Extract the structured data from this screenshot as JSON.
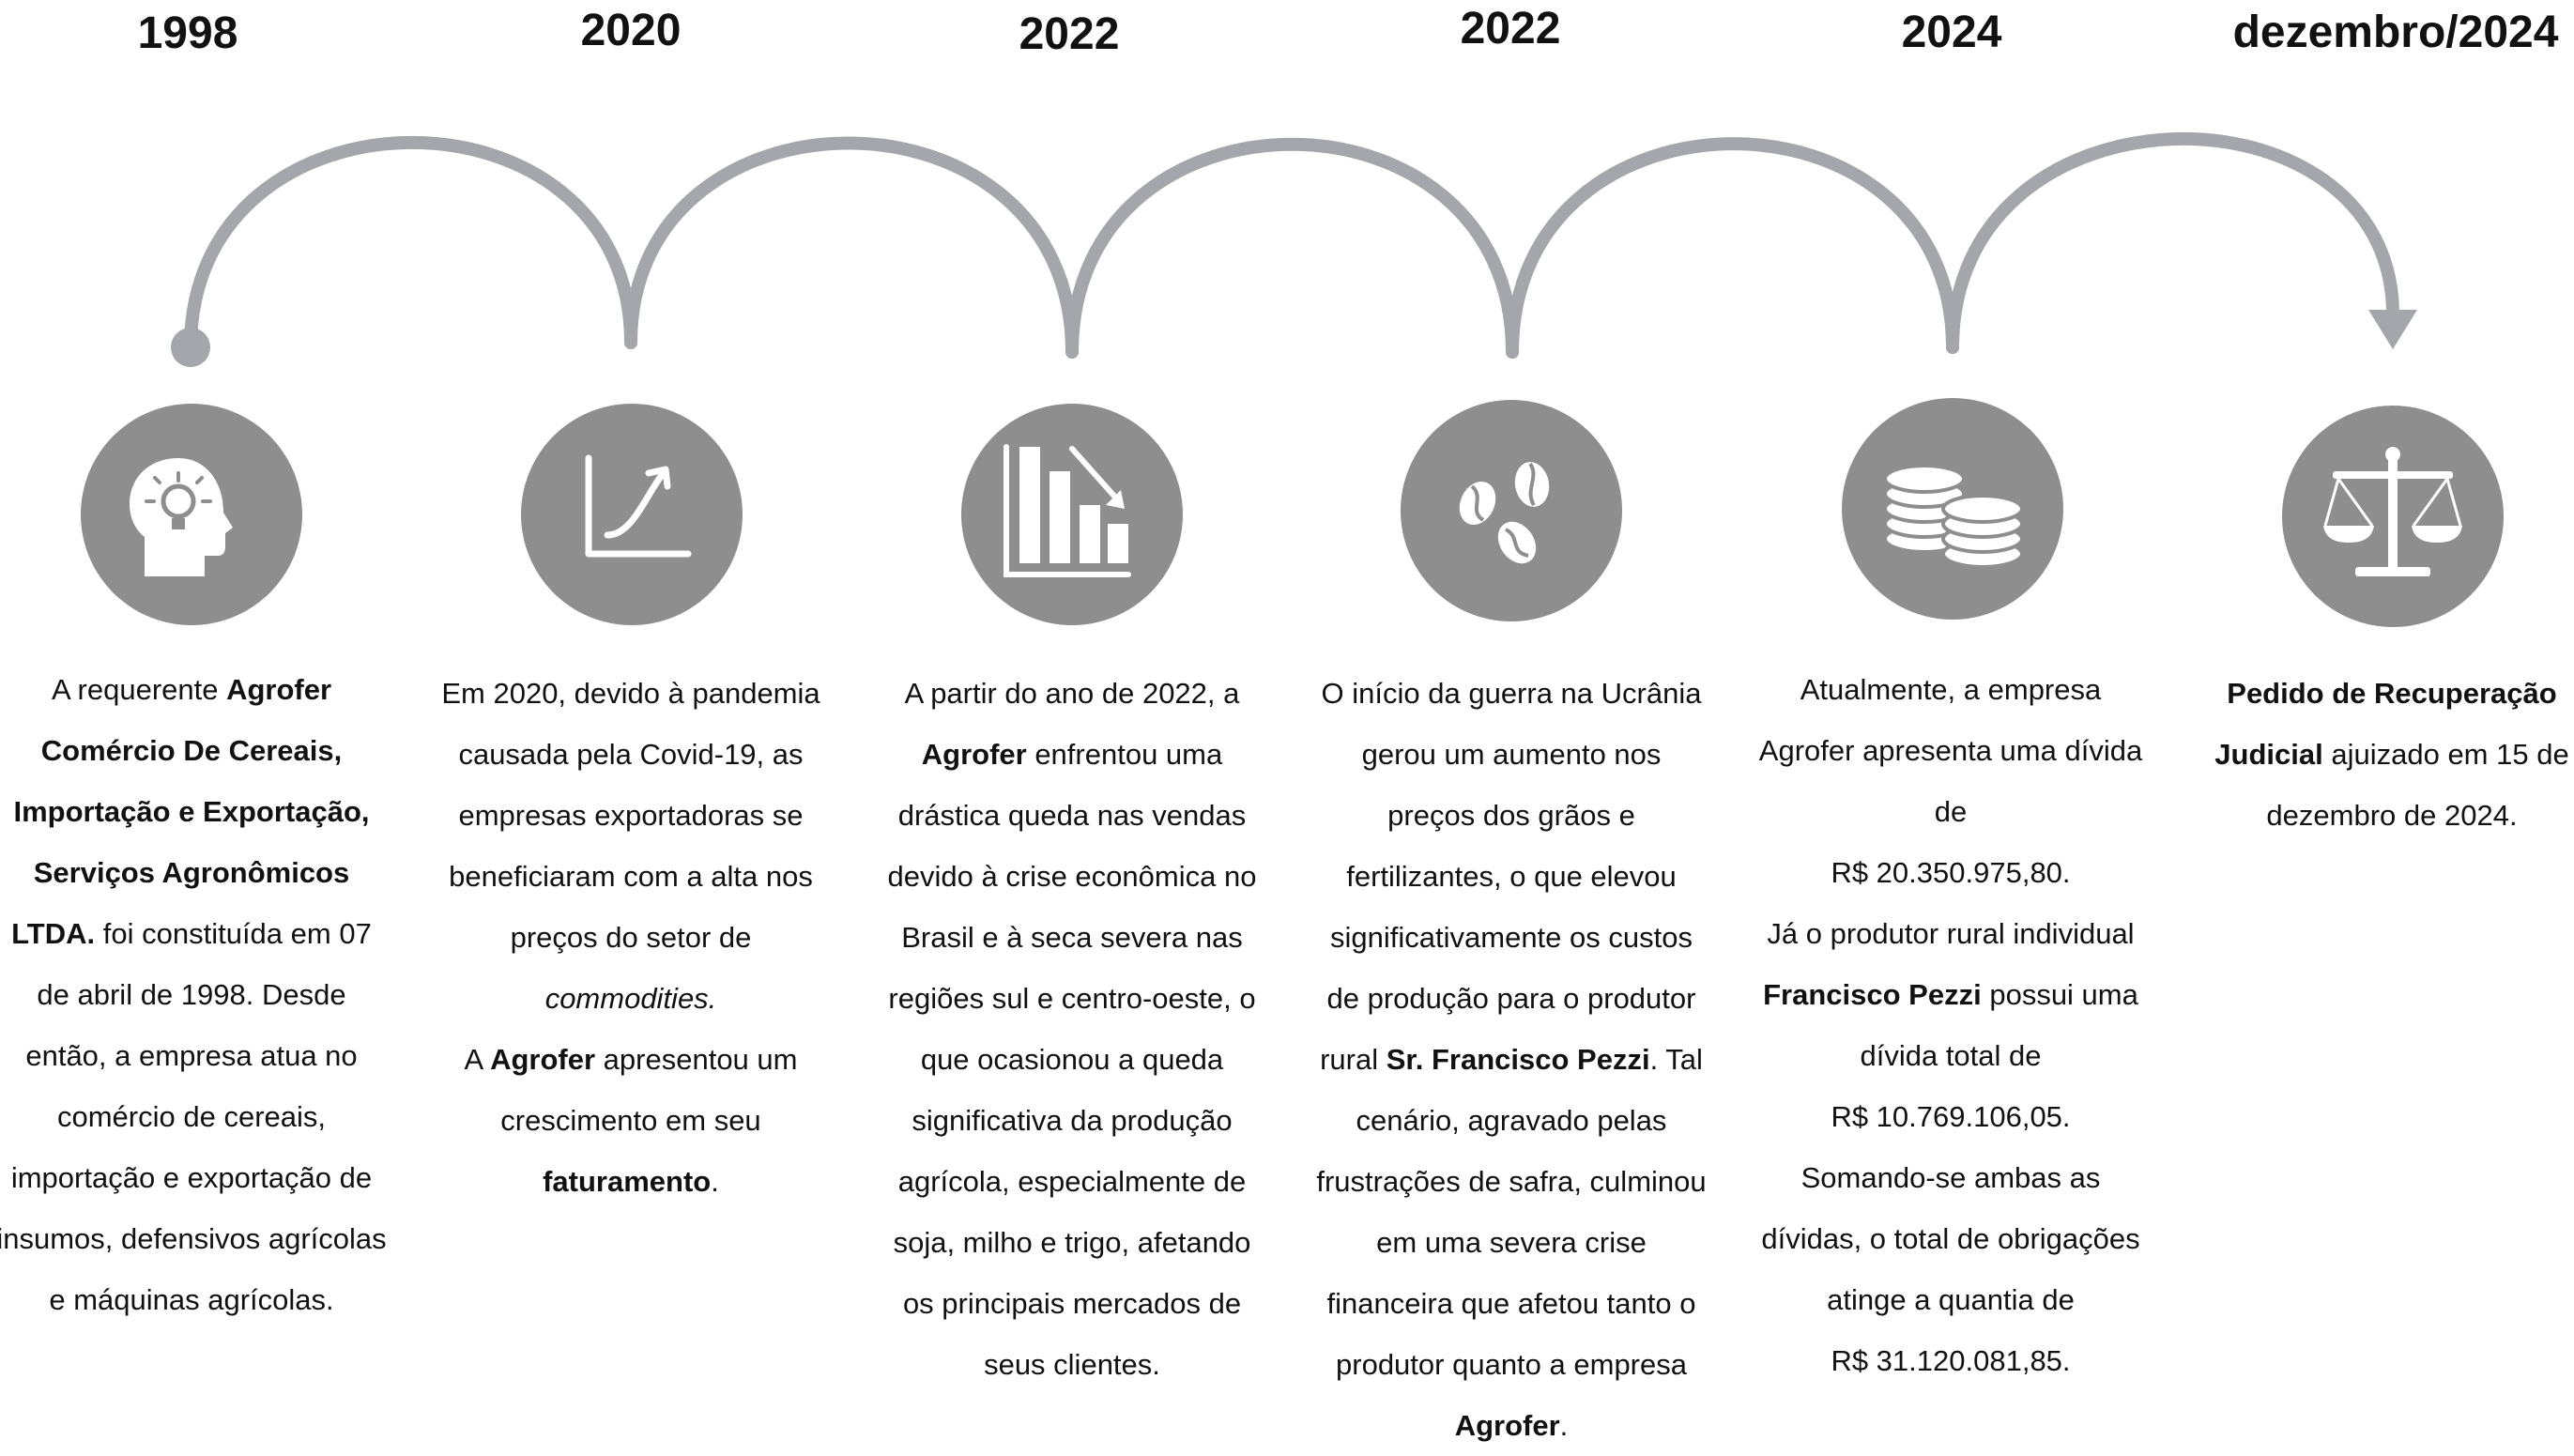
{
  "timeline": {
    "steps": [
      {
        "year": "1998",
        "icon": "head-lightbulb-icon",
        "text": [
          {
            "t": "A requerente "
          },
          {
            "t": "Agrofer Comércio De Cereais, Importação e Exportação, Serviços Agronômicos LTDA.",
            "b": true
          },
          {
            "t": " foi constituída em 07 de abril de 1998. Desde então, a empresa atua no comércio de cereais, importação e exportação de insumos, defensivos agrícolas e máquinas agrícolas."
          }
        ]
      },
      {
        "year": "2020",
        "icon": "growth-chart-icon",
        "text": [
          {
            "t": "Em 2020, devido à pandemia causada pela Covid-19, as empresas exportadoras se beneficiaram com a alta nos preços do setor de "
          },
          {
            "t": "commodities.",
            "i": true
          },
          {
            "br": true
          },
          {
            "t": "A "
          },
          {
            "t": "Agrofer",
            "b": true
          },
          {
            "t": " apresentou um crescimento em seu "
          },
          {
            "t": "faturamento",
            "b": true
          },
          {
            "t": "."
          }
        ]
      },
      {
        "year": "2022",
        "icon": "declining-bar-chart-icon",
        "text": [
          {
            "t": "A partir do ano de 2022, a "
          },
          {
            "t": "Agrofer",
            "b": true
          },
          {
            "t": " enfrentou uma drástica queda nas vendas devido à crise econômica no Brasil e à seca severa nas regiões sul e centro-oeste, o que ocasionou a queda significativa da produção agrícola, especialmente de soja, milho e trigo, afetando os principais mercados de seus clientes."
          }
        ]
      },
      {
        "year": "2022",
        "icon": "grains-icon",
        "text": [
          {
            "t": "O início da guerra na Ucrânia gerou um aumento nos preços dos grãos e fertilizantes, o que elevou significativamente os custos de produção para o produtor rural "
          },
          {
            "t": "Sr. Francisco Pezzi",
            "b": true
          },
          {
            "t": ". Tal cenário, agravado pelas frustrações de safra, culminou em uma severa crise financeira que afetou tanto o produtor quanto a empresa "
          },
          {
            "t": "Agrofer",
            "b": true
          },
          {
            "t": "."
          }
        ]
      },
      {
        "year": "2024",
        "icon": "coins-icon",
        "text": [
          {
            "t": "Atualmente, a empresa Agrofer apresenta uma dívida de"
          },
          {
            "br": true
          },
          {
            "t": "R$ 20.350.975,80."
          },
          {
            "br": true
          },
          {
            "t": "Já o produtor rural individual "
          },
          {
            "t": "Francisco Pezzi",
            "b": true
          },
          {
            "t": " possui uma dívida total de"
          },
          {
            "br": true
          },
          {
            "t": "R$ 10.769.106,05."
          },
          {
            "br": true
          },
          {
            "t": "Somando-se ambas as dívidas, o total de obrigações atinge a quantia de"
          },
          {
            "br": true
          },
          {
            "t": "R$ 31.120.081,85."
          }
        ]
      },
      {
        "year": "dezembro/2024",
        "icon": "scales-of-justice-icon",
        "text": [
          {
            "t": "Pedido de Recuperação Judicial",
            "b": true
          },
          {
            "t": " ajuizado em 15 de dezembro de 2024."
          }
        ]
      }
    ],
    "colors": {
      "connector": "#a4a6ab",
      "icon_bg": "#8e8e8e",
      "icon_fg": "#ffffff",
      "text": "#111111"
    }
  }
}
